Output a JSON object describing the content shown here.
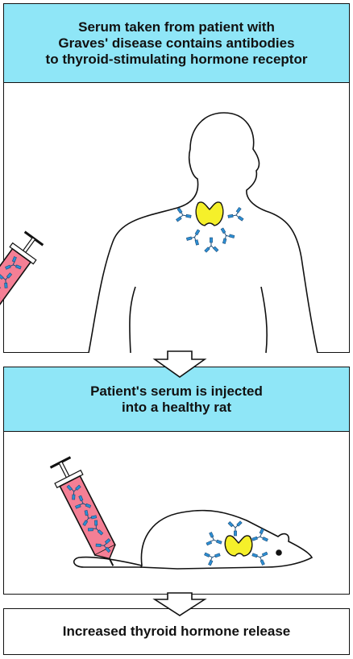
{
  "steps": [
    {
      "caption": "Serum taken from patient with\nGraves' disease contains antibodies\nto thyroid-stimulating hormone receptor"
    },
    {
      "caption": "Patient's serum is injected\ninto a healthy rat"
    },
    {
      "caption": "Increased thyroid hormone release"
    }
  ],
  "colors": {
    "caption_fill": "#8fe6f7",
    "syringe_fill": "#f47f95",
    "antibody": "#2d8fd4",
    "thyroid": "#f5f02a",
    "outline": "#111111"
  },
  "icons": [
    "syringe-icon",
    "antibody-icon",
    "thyroid-icon",
    "human-silhouette-icon",
    "rat-silhouette-icon",
    "down-arrow-icon"
  ]
}
